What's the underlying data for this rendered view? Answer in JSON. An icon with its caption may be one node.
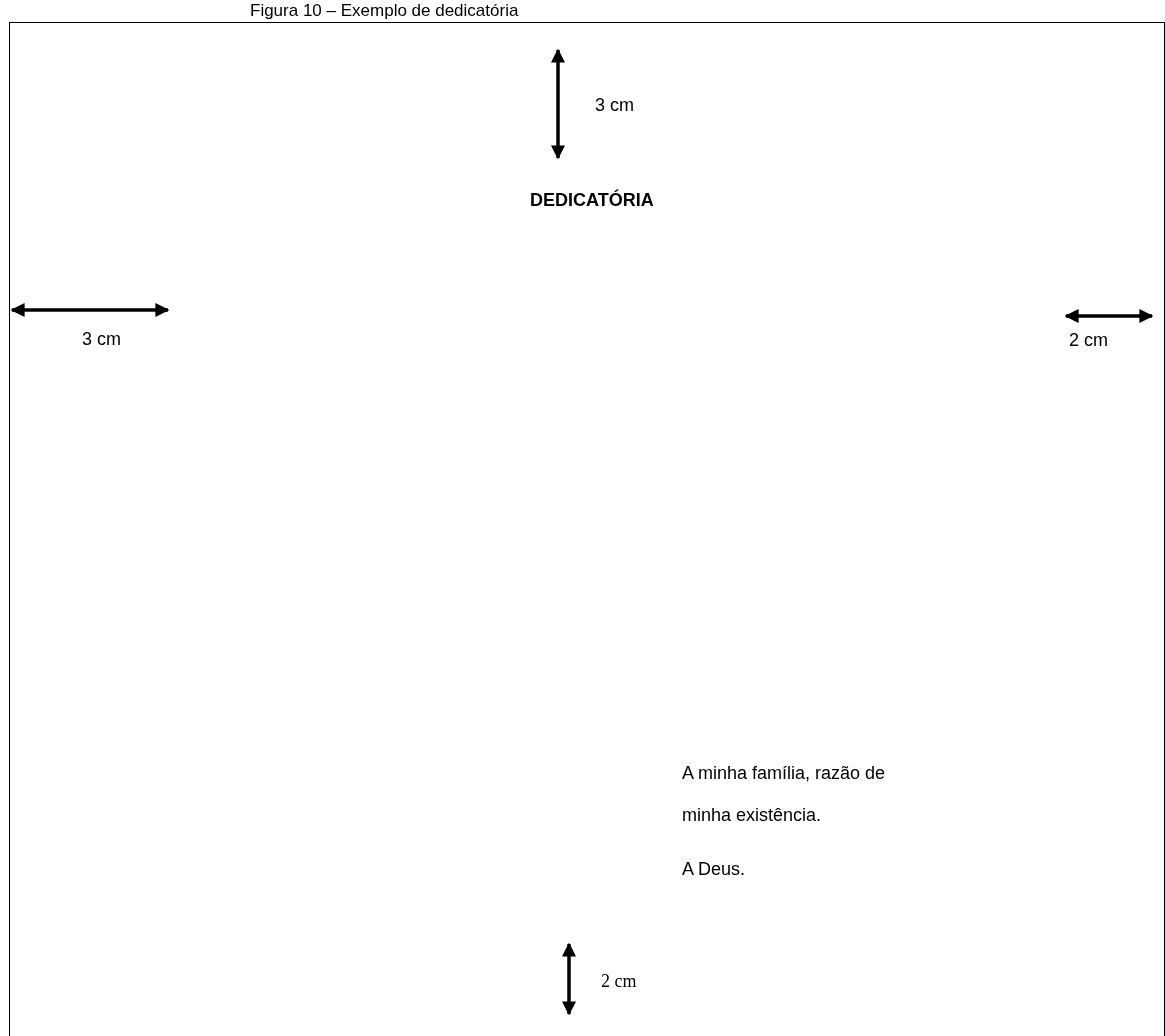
{
  "diagram": {
    "title": "Figura 10 – Exemplo de dedicatória",
    "labels": [
      "3 cm",
      "DEDICATÓRIA",
      "3 cm",
      "2 cm",
      "A minha família, razão de minha existência.",
      "A Deus.",
      "2 cm"
    ]
  }
}
